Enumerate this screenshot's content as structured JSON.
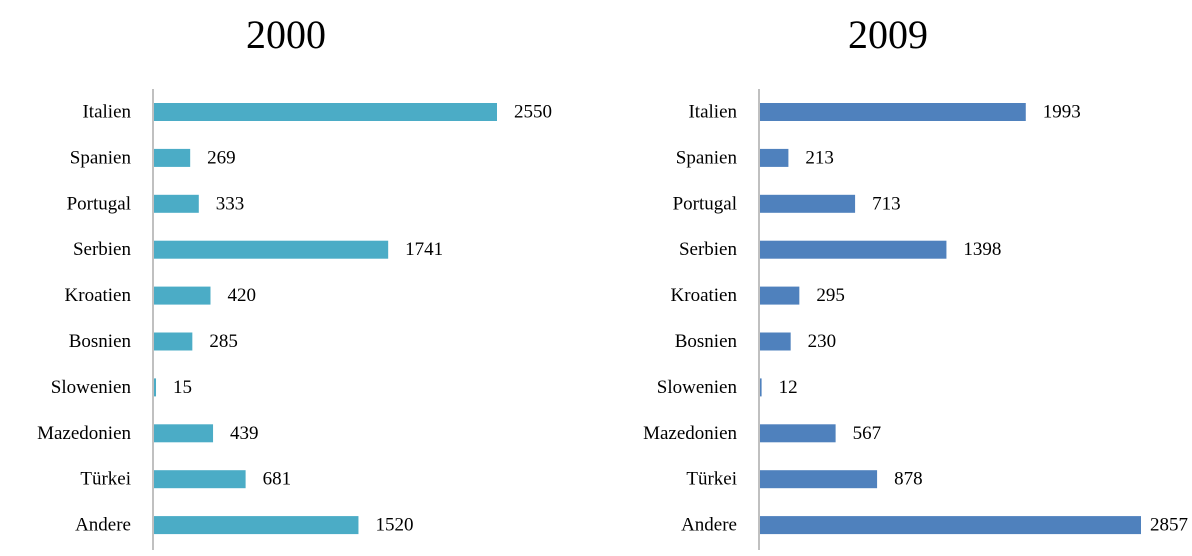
{
  "chart_data": [
    {
      "type": "bar",
      "orientation": "horizontal",
      "title": "2000",
      "categories": [
        "Italien",
        "Spanien",
        "Portugal",
        "Serbien",
        "Kroatien",
        "Bosnien",
        "Slowenien",
        "Mazedonien",
        "Türkei",
        "Andere"
      ],
      "values": [
        2550,
        269,
        333,
        1741,
        420,
        285,
        15,
        439,
        681,
        1520
      ],
      "value_labels": [
        "2550",
        "269",
        "333",
        "1741",
        "420",
        "285",
        "15",
        "439",
        "681",
        "1520"
      ],
      "color": "#4BACC6",
      "xlim": [
        0,
        2550
      ],
      "grid": false,
      "legend": "none"
    },
    {
      "type": "bar",
      "orientation": "horizontal",
      "title": "2009",
      "categories": [
        "Italien",
        "Spanien",
        "Portugal",
        "Serbien",
        "Kroatien",
        "Bosnien",
        "Slowenien",
        "Mazedonien",
        "Türkei",
        "Andere"
      ],
      "values": [
        1993,
        213,
        713,
        1398,
        295,
        230,
        12,
        567,
        878,
        2857
      ],
      "value_labels": [
        "1993",
        "213",
        "713",
        "1398",
        "295",
        "230",
        "12",
        "567",
        "878",
        "2857"
      ],
      "color": "#4F81BD",
      "xlim": [
        0,
        2857
      ],
      "grid": false,
      "legend": "none"
    }
  ]
}
